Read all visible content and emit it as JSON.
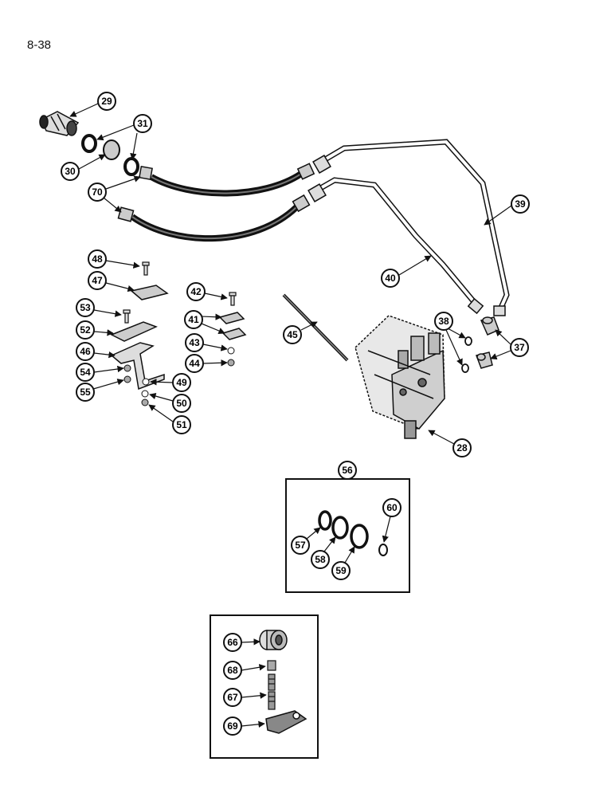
{
  "page": {
    "number": "8-38"
  },
  "callouts": {
    "c29": "29",
    "c31": "31",
    "c30": "30",
    "c70": "70",
    "c39": "39",
    "c40": "40",
    "c48": "48",
    "c47": "47",
    "c42": "42",
    "c53": "53",
    "c41": "41",
    "c52": "52",
    "c45": "45",
    "c46": "46",
    "c43": "43",
    "c54": "54",
    "c44": "44",
    "c55": "55",
    "c49": "49",
    "c50": "50",
    "c51": "51",
    "c38": "38",
    "c37": "37",
    "c28": "28",
    "c56": "56",
    "c60": "60",
    "c57": "57",
    "c58": "58",
    "c59": "59",
    "c66": "66",
    "c68": "68",
    "c67": "67",
    "c69": "69"
  }
}
